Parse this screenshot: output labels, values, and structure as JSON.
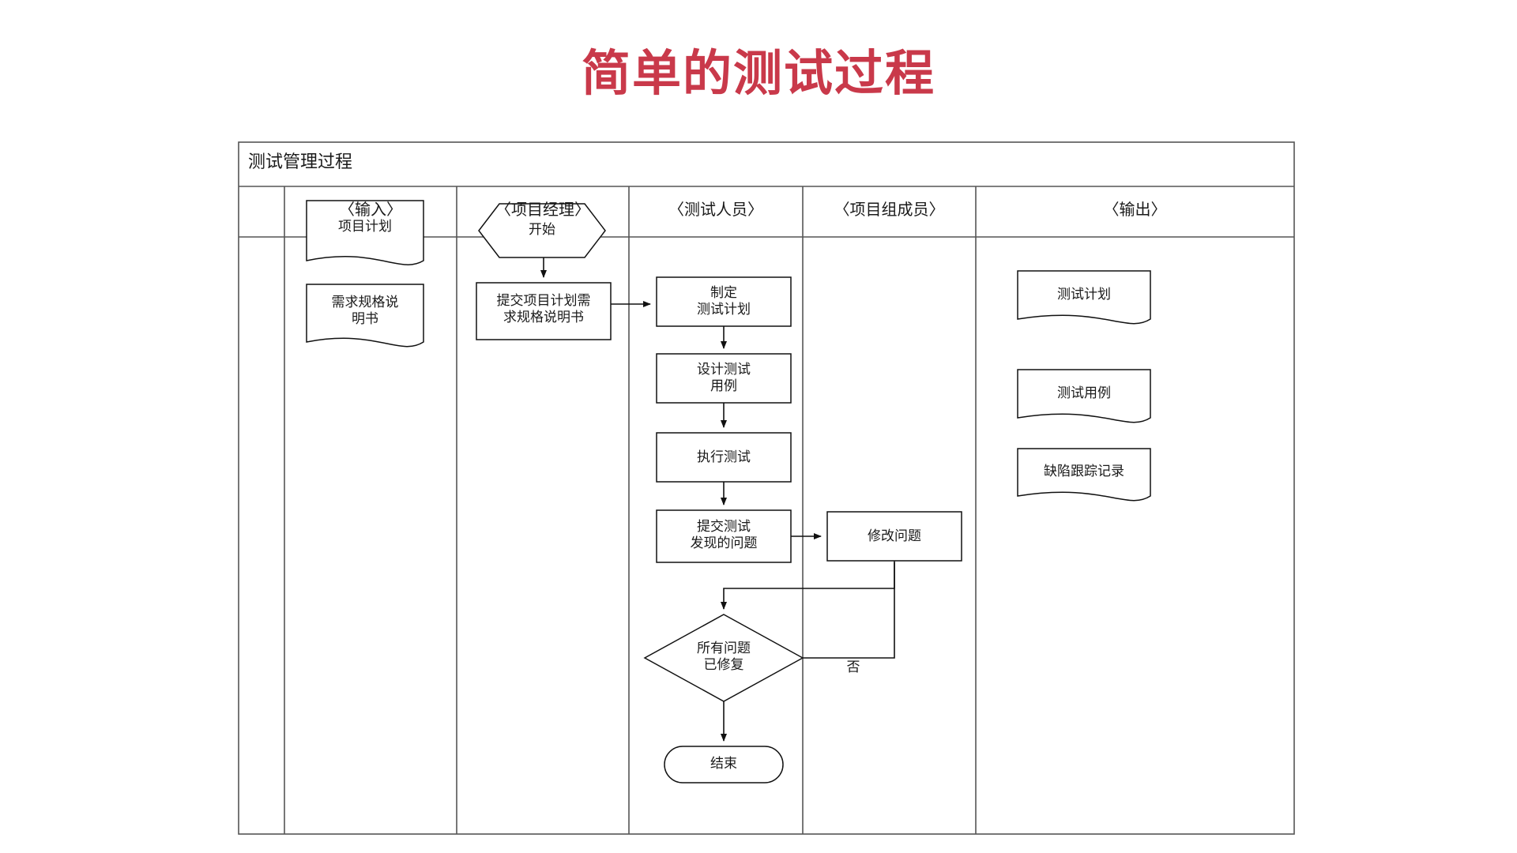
{
  "title": "简单的测试过程",
  "title_color": "#c9394a",
  "diagram": {
    "pool_label": "测试管理过程",
    "lanes": [
      {
        "name": "spacer",
        "label": ""
      },
      {
        "name": "input",
        "label": "〈输入〉"
      },
      {
        "name": "project-manager",
        "label": "〈项目经理〉"
      },
      {
        "name": "tester",
        "label": "〈测试人员〉"
      },
      {
        "name": "project-team-member",
        "label": "〈项目组成员〉"
      },
      {
        "name": "output",
        "label": "〈输出〉"
      }
    ],
    "nodes": [
      {
        "id": "doc-project-plan",
        "lane": "input",
        "shape": "document",
        "label": "项目计划"
      },
      {
        "id": "doc-requirements-spec",
        "lane": "input",
        "shape": "document",
        "label": "需求规格说\n明书"
      },
      {
        "id": "start",
        "lane": "project-manager",
        "shape": "hexagon",
        "label": "开始"
      },
      {
        "id": "submit-plan-and-spec",
        "lane": "project-manager",
        "shape": "process",
        "label": "提交项目计划需\n求规格说明书"
      },
      {
        "id": "make-test-plan",
        "lane": "tester",
        "shape": "process",
        "label": "制定\n测试计划"
      },
      {
        "id": "design-test-cases",
        "lane": "tester",
        "shape": "process",
        "label": "设计测试\n用例"
      },
      {
        "id": "execute-test",
        "lane": "tester",
        "shape": "process",
        "label": "执行测试"
      },
      {
        "id": "submit-found-issues",
        "lane": "tester",
        "shape": "process",
        "label": "提交测试\n发现的问题"
      },
      {
        "id": "fix-issues",
        "lane": "project-team-member",
        "shape": "process",
        "label": "修改问题"
      },
      {
        "id": "all-issues-fixed",
        "lane": "tester",
        "shape": "decision",
        "label": "所有问题\n已修复"
      },
      {
        "id": "end",
        "lane": "tester",
        "shape": "terminator",
        "label": "结束"
      },
      {
        "id": "doc-test-plan",
        "lane": "output",
        "shape": "document",
        "label": "测试计划"
      },
      {
        "id": "doc-test-cases",
        "lane": "output",
        "shape": "document",
        "label": "测试用例"
      },
      {
        "id": "doc-defect-log",
        "lane": "output",
        "shape": "document",
        "label": "缺陷跟踪记录"
      }
    ],
    "edges": [
      {
        "id": "e-start-submit",
        "from": "start",
        "to": "submit-plan-and-spec",
        "label": ""
      },
      {
        "id": "e-submit-plan",
        "from": "submit-plan-and-spec",
        "to": "make-test-plan",
        "label": ""
      },
      {
        "id": "e-plan-design",
        "from": "make-test-plan",
        "to": "design-test-cases",
        "label": ""
      },
      {
        "id": "e-design-execute",
        "from": "design-test-cases",
        "to": "execute-test",
        "label": ""
      },
      {
        "id": "e-execute-submit",
        "from": "execute-test",
        "to": "submit-found-issues",
        "label": ""
      },
      {
        "id": "e-submit-fix",
        "from": "submit-found-issues",
        "to": "fix-issues",
        "label": ""
      },
      {
        "id": "e-fix-decision",
        "from": "fix-issues",
        "to": "all-issues-fixed",
        "label": ""
      },
      {
        "id": "e-decision-fix-no",
        "from": "all-issues-fixed",
        "to": "fix-issues",
        "label": "否"
      },
      {
        "id": "e-decision-end",
        "from": "all-issues-fixed",
        "to": "end",
        "label": ""
      }
    ]
  }
}
